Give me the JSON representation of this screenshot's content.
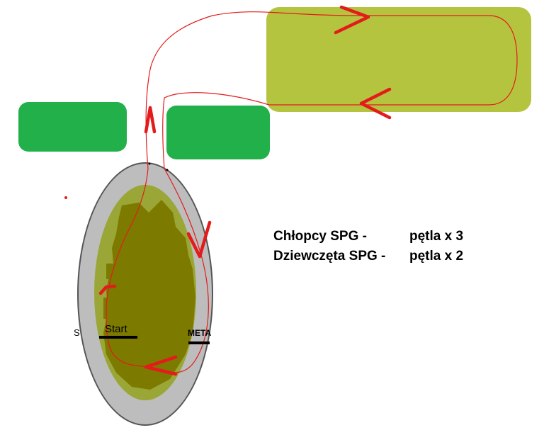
{
  "labels": {
    "start": "Start",
    "meta": "META",
    "start_fragment": "S"
  },
  "legend": [
    {
      "group": "Chłopcy SPG -",
      "laps": "pętla x 3"
    },
    {
      "group": "Dziewczęta SPG -",
      "laps": "pętla x 2"
    }
  ],
  "colors": {
    "background": "#ffffff",
    "loop_field": "#b5c43f",
    "green_blocks": "#21b04a",
    "track_ring": "#bdbdbd",
    "infield_light": "#9aa636",
    "infield_dark": "#7d7a00",
    "route": "#e31b1b",
    "line": "#000000"
  }
}
